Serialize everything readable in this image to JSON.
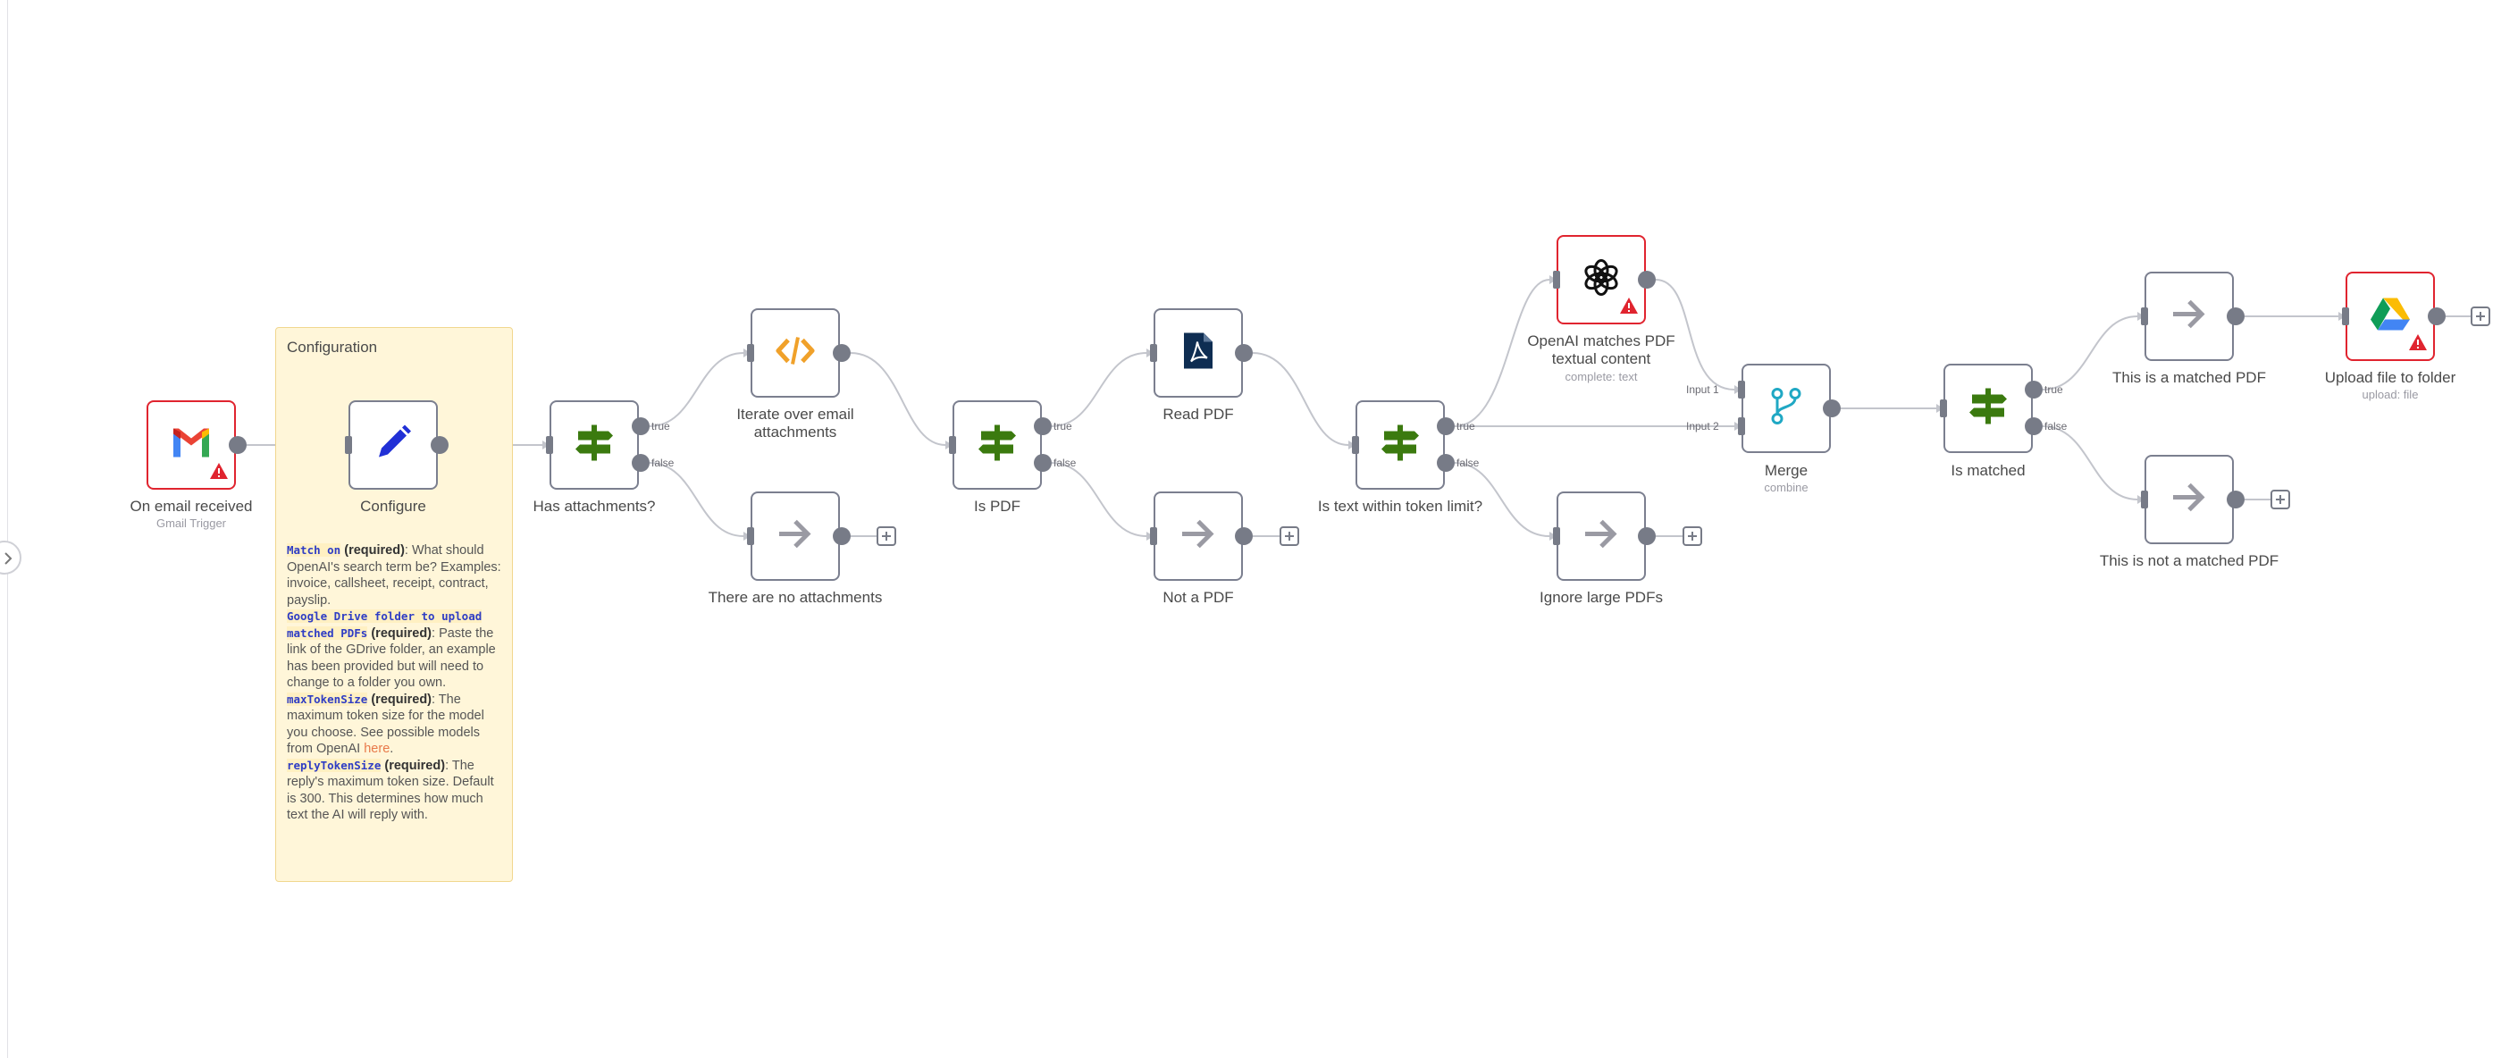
{
  "sticky_note": {
    "title": "Configuration",
    "p1_code": "Match on",
    "p1_req": "(required)",
    "p1_text": ": What should OpenAI's search term be? Examples: invoice, callsheet, receipt, contract, payslip.",
    "p2_code": "Google Drive folder to upload matched PDFs",
    "p2_req": "(required)",
    "p2_text": ": Paste the link of the GDrive folder, an example has been provided but will need to change to a folder you own.",
    "p3_code": "maxTokenSize",
    "p3_req": "(required)",
    "p3_text": ": The maximum token size for the model you choose. See possible models from OpenAI ",
    "p3_link": "here",
    "p3_end": ".",
    "p4_code": "replyTokenSize",
    "p4_req": "(required)",
    "p4_text": ": The reply's maximum token size. Default is 300. This determines how much text the AI will reply with."
  },
  "nodes": {
    "on_email_received": {
      "title": "On email received",
      "subtitle": "Gmail Trigger",
      "icon": "gmail-icon",
      "error": true
    },
    "configure": {
      "title": "Configure",
      "icon": "pencil-icon"
    },
    "has_attachments": {
      "title": "Has attachments?",
      "icon": "signpost-icon",
      "true_label": "true",
      "false_label": "false"
    },
    "iterate": {
      "title": "Iterate over email attachments",
      "icon": "code-icon"
    },
    "no_attachments": {
      "title": "There are no attachments",
      "icon": "arrow-right-icon"
    },
    "is_pdf": {
      "title": "Is PDF",
      "icon": "signpost-icon",
      "true_label": "true",
      "false_label": "false"
    },
    "read_pdf": {
      "title": "Read PDF",
      "icon": "pdf-icon"
    },
    "not_pdf": {
      "title": "Not a PDF",
      "icon": "arrow-right-icon"
    },
    "within_limit": {
      "title": "Is text within token limit?",
      "icon": "signpost-icon",
      "true_label": "true",
      "false_label": "false"
    },
    "ignore_large": {
      "title": "Ignore large PDFs",
      "icon": "arrow-right-icon"
    },
    "openai": {
      "title": "OpenAI matches PDF textual content",
      "subtitle": "complete: text",
      "icon": "openai-icon",
      "error": true
    },
    "merge": {
      "title": "Merge",
      "subtitle": "combine",
      "icon": "merge-icon",
      "input1": "Input 1",
      "input2": "Input 2"
    },
    "is_matched": {
      "title": "Is matched",
      "icon": "signpost-icon",
      "true_label": "true",
      "false_label": "false"
    },
    "matched_pdf": {
      "title": "This is a matched PDF",
      "icon": "arrow-right-icon"
    },
    "not_matched_pdf": {
      "title": "This is not a matched PDF",
      "icon": "arrow-right-icon"
    },
    "upload": {
      "title": "Upload file to folder",
      "subtitle": "upload: file",
      "icon": "google-drive-icon",
      "error": true
    }
  },
  "colors": {
    "edge": "#c3c5cc",
    "port": "#777b87",
    "error_border": "#e0242f",
    "node_border": "#7b7f8f",
    "sticky_bg": "#fff6d9",
    "signpost_green": "#3b7a0f",
    "code_orange": "#f0a12a",
    "pencil_blue": "#2130d6",
    "pdf_navy": "#0e2d52",
    "merge_teal": "#20a8c4"
  }
}
